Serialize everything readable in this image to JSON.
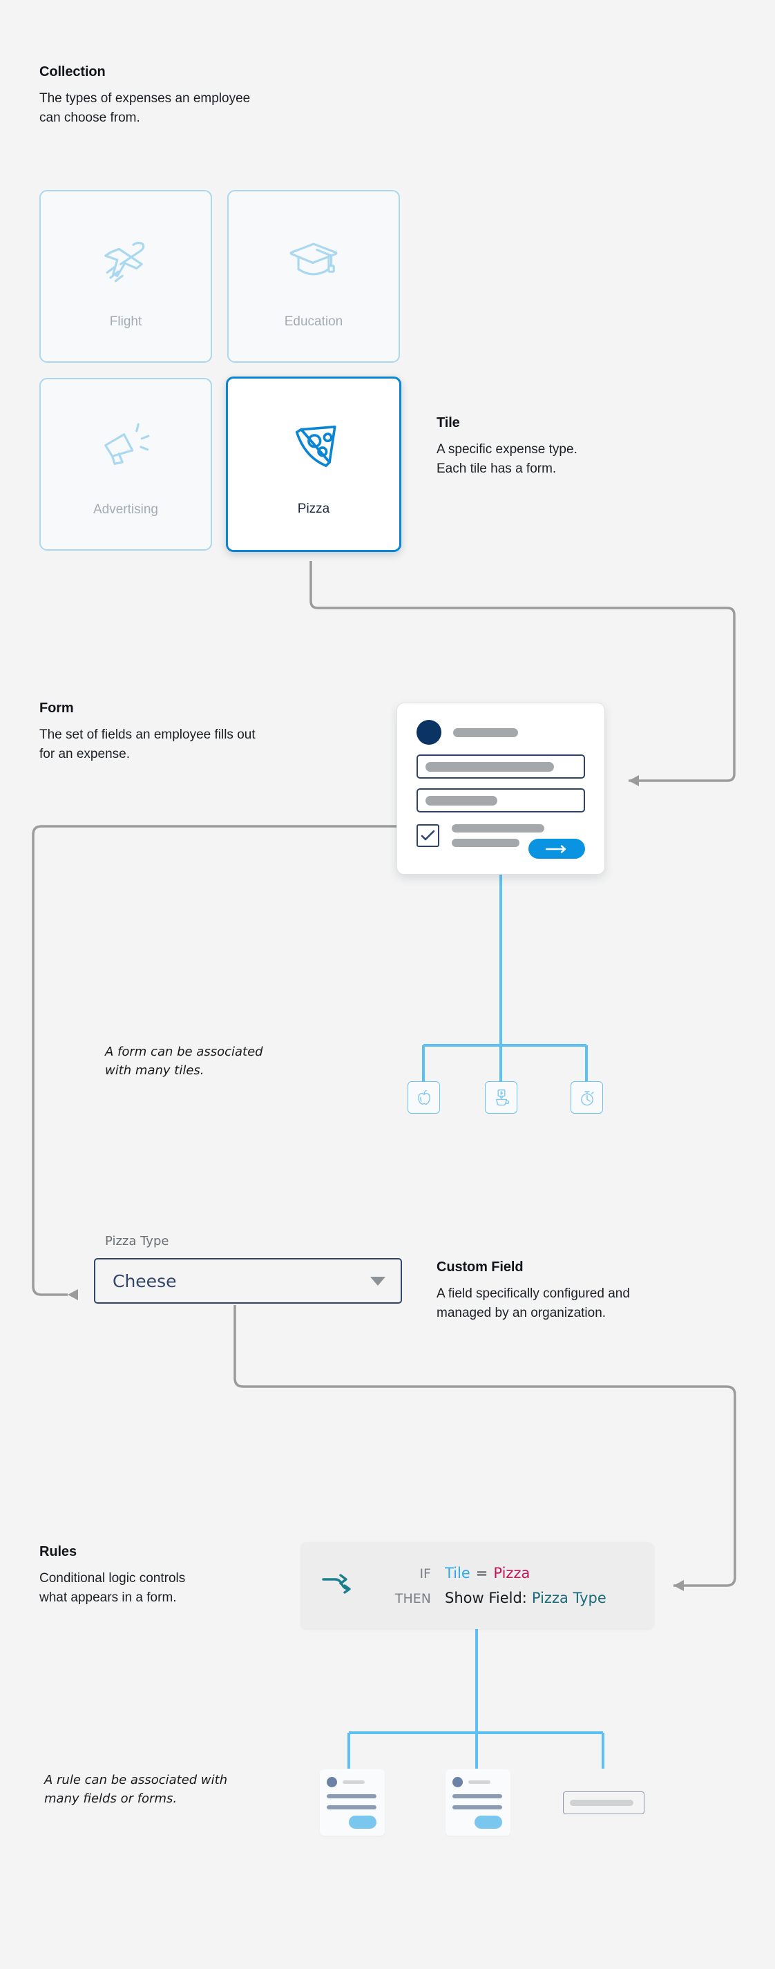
{
  "sections": {
    "collection": {
      "title": "Collection",
      "body_line1": "The types of expenses an employee",
      "body_line2": "can choose from."
    },
    "tile": {
      "title": "Tile",
      "body_line1": "A specific expense type.",
      "body_line2": "Each tile has a form."
    },
    "form": {
      "title": "Form",
      "body_line1": "The set of fields an employee fills out",
      "body_line2": "for an expense."
    },
    "custom_field": {
      "title": "Custom Field",
      "body_line1": "A field specifically configured and",
      "body_line2": "managed by an organization."
    },
    "rules": {
      "title": "Rules",
      "body_line1": "Conditional logic controls",
      "body_line2": "what appears in a form."
    }
  },
  "captions": {
    "form_caption_line1": "A form can be associated",
    "form_caption_line2": "with many tiles.",
    "rule_caption_line1": "A rule can be associated with",
    "rule_caption_line2": "many fields or forms."
  },
  "tiles": [
    {
      "label": "Flight",
      "icon": "airplane-icon",
      "selected": false
    },
    {
      "label": "Education",
      "icon": "graduation-cap-icon",
      "selected": false
    },
    {
      "label": "Advertising",
      "icon": "megaphone-icon",
      "selected": false
    },
    {
      "label": "Pizza",
      "icon": "pizza-slice-icon",
      "selected": true
    }
  ],
  "mini_tiles": [
    {
      "icon": "apple-icon"
    },
    {
      "icon": "coffee-dollar-icon"
    },
    {
      "icon": "stopwatch-icon"
    }
  ],
  "custom_field": {
    "label": "Pizza Type",
    "value": "Cheese",
    "caret_icon": "chevron-down-icon"
  },
  "rule": {
    "icon": "branch-arrow-icon",
    "if_keyword": "IF",
    "then_keyword": "THEN",
    "if_subject": "Tile",
    "if_operator": "=",
    "if_value": "Pizza",
    "then_action": "Show Field:",
    "then_target": "Pizza Type"
  },
  "colors": {
    "background": "#f4f4f4",
    "tile_border": "#a9d8f0",
    "tile_selected_border": "#0a85d4",
    "tile_label": "#a3abb3",
    "connector_gray": "#9b9b9b",
    "connector_blue": "#5cc0f5",
    "navy": "#32456a",
    "avatar_navy": "#0b3364",
    "accent_blue": "#0a93e0",
    "rule_tile_blue": "#2ea9e8",
    "rule_pizza_magenta": "#c2185b",
    "rule_field_teal": "#1c6b78",
    "rule_card_bg": "#ededee"
  }
}
